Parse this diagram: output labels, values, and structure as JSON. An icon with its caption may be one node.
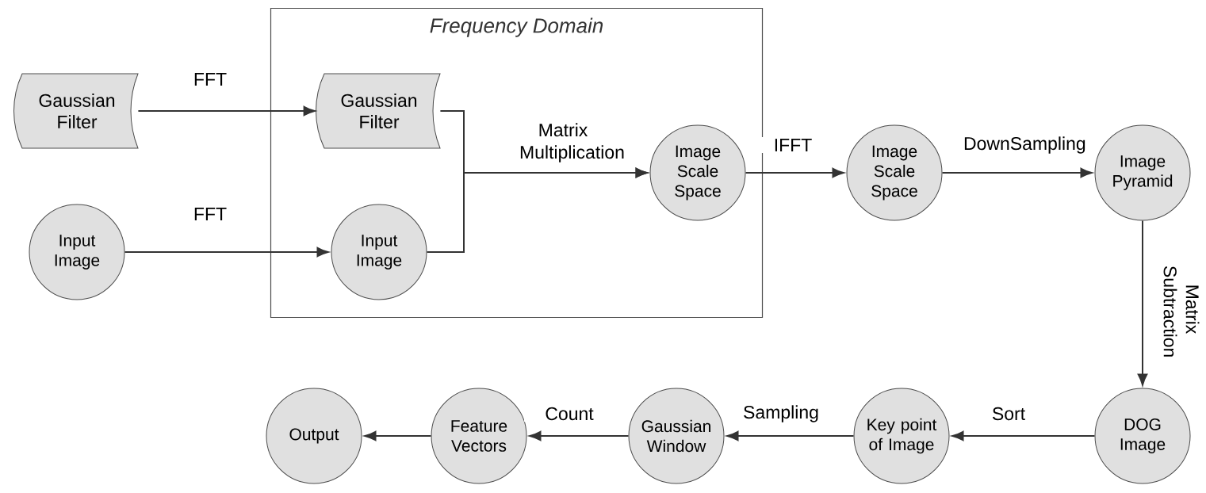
{
  "diagram": {
    "nodes": [
      {
        "text": [
          "Frequency Domain"
        ]
      },
      {
        "text": [
          "Gaussian Filter"
        ]
      },
      {
        "text": [
          "Gaussian Filter"
        ],
        "in": 0
      },
      {
        "text": [
          "Input Image"
        ]
      },
      {
        "text": [
          "Input Image"
        ],
        "in": 0
      },
      {
        "text": [
          "Image Scale Space"
        ],
        "in": 0
      },
      {
        "text": [
          "Image Scale Space"
        ]
      },
      {
        "text": [
          "Image Pyramid"
        ]
      },
      {
        "text": [
          "DOG Image"
        ]
      },
      {
        "text": [
          "Key point of Image"
        ]
      },
      {
        "text": [
          "Gaussian Window"
        ]
      },
      {
        "text": [
          "Feature Vectors"
        ]
      },
      {
        "text": [
          "Output"
        ]
      }
    ],
    "edges": [
      {
        "from": 1,
        "to": 2,
        "arrow": "to",
        "label": "FFT"
      },
      {
        "from": 3,
        "to": 4,
        "arrow": "to",
        "label": "FFT"
      },
      {
        "from": 2,
        "to": 5,
        "arrow": "to",
        "label": "Matrix Multiplication"
      },
      {
        "from": 4,
        "to": 5,
        "arrow": "to"
      },
      {
        "from": 5,
        "to": 6,
        "arrow": "to",
        "label": "IFFT"
      },
      {
        "from": 6,
        "to": 7,
        "arrow": "to",
        "label": "DownSampling"
      },
      {
        "from": 7,
        "to": 8,
        "arrow": "to",
        "label": "Matrix Subtraction"
      },
      {
        "from": 8,
        "to": 9,
        "arrow": "to",
        "label": "Sort"
      },
      {
        "from": 9,
        "to": 10,
        "arrow": "to",
        "label": "Sampling"
      },
      {
        "from": 10,
        "to": 11,
        "arrow": "to",
        "label": "Count"
      },
      {
        "from": 11,
        "to": 12,
        "arrow": "to"
      }
    ]
  }
}
